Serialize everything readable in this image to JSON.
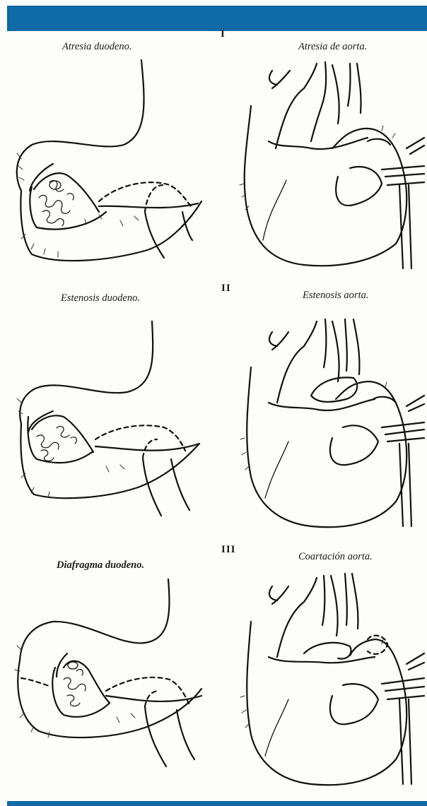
{
  "colors": {
    "accent_bar": "#0f6aa6",
    "ink": "#111111",
    "paper": "#fdfdfb"
  },
  "rows": [
    {
      "numeral": "I",
      "left_label": "Atresia duodeno.",
      "right_label": "Atresia de aorta."
    },
    {
      "numeral": "II",
      "left_label": "Estenosis duodeno.",
      "right_label": "Estenosis aorta."
    },
    {
      "numeral": "III",
      "left_label": "Diafragma duodeno.",
      "right_label": "Coartación aorta."
    }
  ]
}
